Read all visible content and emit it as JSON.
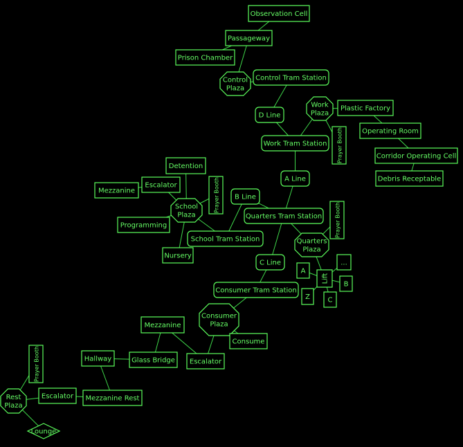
{
  "diagram": {
    "colors": {
      "background": "#000000",
      "stroke": "#5cff5c",
      "text": "#66ff66",
      "edge": "#3fd84a"
    },
    "nodes": [
      {
        "id": "observation_cell",
        "label": "Observation Cell",
        "shape": "rect"
      },
      {
        "id": "passageway",
        "label": "Passageway",
        "shape": "rect"
      },
      {
        "id": "prison_chamber",
        "label": "Prison Chamber",
        "shape": "rect"
      },
      {
        "id": "control_plaza",
        "label": "Control\nPlaza",
        "shape": "octagon"
      },
      {
        "id": "control_tram_station",
        "label": "Control Tram Station",
        "shape": "rounded"
      },
      {
        "id": "d_line",
        "label": "D Line",
        "shape": "rounded"
      },
      {
        "id": "work_plaza",
        "label": "Work\nPlaza",
        "shape": "octagon"
      },
      {
        "id": "plastic_factory",
        "label": "Plastic Factory",
        "shape": "rect"
      },
      {
        "id": "prayer_booth_work",
        "label": "Prayer Booth",
        "shape": "rect-vertical"
      },
      {
        "id": "operating_room",
        "label": "Operating Room",
        "shape": "rect"
      },
      {
        "id": "work_tram_station",
        "label": "Work Tram Station",
        "shape": "rounded"
      },
      {
        "id": "corridor_operating_cell",
        "label": "Corridor Operating Cell",
        "shape": "rect"
      },
      {
        "id": "debris_receptable",
        "label": "Debris Receptable",
        "shape": "rect"
      },
      {
        "id": "a_line",
        "label": "A Line",
        "shape": "rounded"
      },
      {
        "id": "detention",
        "label": "Detention",
        "shape": "rect"
      },
      {
        "id": "escalator_school",
        "label": "Escalator",
        "shape": "rect"
      },
      {
        "id": "mezzanine_school",
        "label": "Mezzanine",
        "shape": "rect"
      },
      {
        "id": "prayer_booth_school",
        "label": "Prayer Booth",
        "shape": "rect-vertical"
      },
      {
        "id": "school_plaza",
        "label": "School\nPlaza",
        "shape": "octagon"
      },
      {
        "id": "b_line",
        "label": "B Line",
        "shape": "rounded"
      },
      {
        "id": "quarters_tram_station",
        "label": "Quarters Tram Station",
        "shape": "rounded"
      },
      {
        "id": "programming",
        "label": "Programming",
        "shape": "rect"
      },
      {
        "id": "school_tram_station",
        "label": "School Tram Station",
        "shape": "rounded"
      },
      {
        "id": "nursery",
        "label": "Nursery",
        "shape": "rect"
      },
      {
        "id": "prayer_booth_quarters",
        "label": "Prayer Booth",
        "shape": "rect-vertical"
      },
      {
        "id": "quarters_plaza",
        "label": "Quarters\nPlaza",
        "shape": "octagon"
      },
      {
        "id": "c_line",
        "label": "C Line",
        "shape": "rounded"
      },
      {
        "id": "lift",
        "label": "Lift",
        "shape": "rect-vertical"
      },
      {
        "id": "lift_a",
        "label": "A",
        "shape": "rect"
      },
      {
        "id": "lift_more",
        "label": "...",
        "shape": "rect"
      },
      {
        "id": "lift_b",
        "label": "B",
        "shape": "rect"
      },
      {
        "id": "lift_z",
        "label": "Z",
        "shape": "rect"
      },
      {
        "id": "lift_c",
        "label": "C",
        "shape": "rect"
      },
      {
        "id": "consumer_tram_station",
        "label": "Consumer Tram Station",
        "shape": "rounded"
      },
      {
        "id": "consumer_plaza",
        "label": "Consumer\nPlaza",
        "shape": "octagon"
      },
      {
        "id": "mezzanine_consumer",
        "label": "Mezzanine",
        "shape": "rect"
      },
      {
        "id": "consume",
        "label": "Consume",
        "shape": "rect"
      },
      {
        "id": "hallway",
        "label": "Hallway",
        "shape": "rect"
      },
      {
        "id": "glass_bridge",
        "label": "Glass Bridge",
        "shape": "rect"
      },
      {
        "id": "escalator_consumer",
        "label": "Escalator",
        "shape": "rect"
      },
      {
        "id": "prayer_booth_rest",
        "label": "Prayer Booth",
        "shape": "rect-vertical"
      },
      {
        "id": "rest_plaza",
        "label": "Rest\nPlaza",
        "shape": "octagon"
      },
      {
        "id": "escalator_rest",
        "label": "Escalator",
        "shape": "rect"
      },
      {
        "id": "mezzanine_rest",
        "label": "Mezzanine Rest",
        "shape": "rect"
      },
      {
        "id": "lounge",
        "label": "Lounge",
        "shape": "diamond"
      }
    ],
    "edges": [
      [
        "observation_cell",
        "passageway"
      ],
      [
        "passageway",
        "prison_chamber"
      ],
      [
        "passageway",
        "control_plaza"
      ],
      [
        "control_plaza",
        "control_tram_station"
      ],
      [
        "control_tram_station",
        "d_line"
      ],
      [
        "d_line",
        "work_tram_station"
      ],
      [
        "work_plaza",
        "work_tram_station"
      ],
      [
        "work_plaza",
        "plastic_factory"
      ],
      [
        "work_plaza",
        "prayer_booth_work"
      ],
      [
        "plastic_factory",
        "operating_room"
      ],
      [
        "operating_room",
        "corridor_operating_cell"
      ],
      [
        "corridor_operating_cell",
        "debris_receptable"
      ],
      [
        "work_tram_station",
        "a_line"
      ],
      [
        "a_line",
        "quarters_tram_station"
      ],
      [
        "b_line",
        "quarters_tram_station"
      ],
      [
        "b_line",
        "school_tram_station"
      ],
      [
        "school_plaza",
        "school_tram_station"
      ],
      [
        "school_plaza",
        "detention"
      ],
      [
        "school_plaza",
        "escalator_school"
      ],
      [
        "school_plaza",
        "prayer_booth_school"
      ],
      [
        "school_plaza",
        "programming"
      ],
      [
        "school_plaza",
        "nursery"
      ],
      [
        "escalator_school",
        "mezzanine_school"
      ],
      [
        "quarters_tram_station",
        "quarters_plaza"
      ],
      [
        "quarters_tram_station",
        "c_line"
      ],
      [
        "quarters_plaza",
        "prayer_booth_quarters"
      ],
      [
        "quarters_plaza",
        "lift"
      ],
      [
        "lift",
        "lift_a"
      ],
      [
        "lift",
        "lift_more"
      ],
      [
        "lift",
        "lift_b"
      ],
      [
        "lift",
        "lift_z"
      ],
      [
        "lift",
        "lift_c"
      ],
      [
        "c_line",
        "consumer_tram_station"
      ],
      [
        "consumer_tram_station",
        "consumer_plaza"
      ],
      [
        "consumer_plaza",
        "consume"
      ],
      [
        "consumer_plaza",
        "escalator_consumer"
      ],
      [
        "escalator_consumer",
        "mezzanine_consumer"
      ],
      [
        "mezzanine_consumer",
        "glass_bridge"
      ],
      [
        "glass_bridge",
        "hallway"
      ],
      [
        "hallway",
        "mezzanine_rest"
      ],
      [
        "mezzanine_rest",
        "escalator_rest"
      ],
      [
        "escalator_rest",
        "rest_plaza"
      ],
      [
        "rest_plaza",
        "prayer_booth_rest"
      ],
      [
        "rest_plaza",
        "lounge"
      ]
    ]
  }
}
